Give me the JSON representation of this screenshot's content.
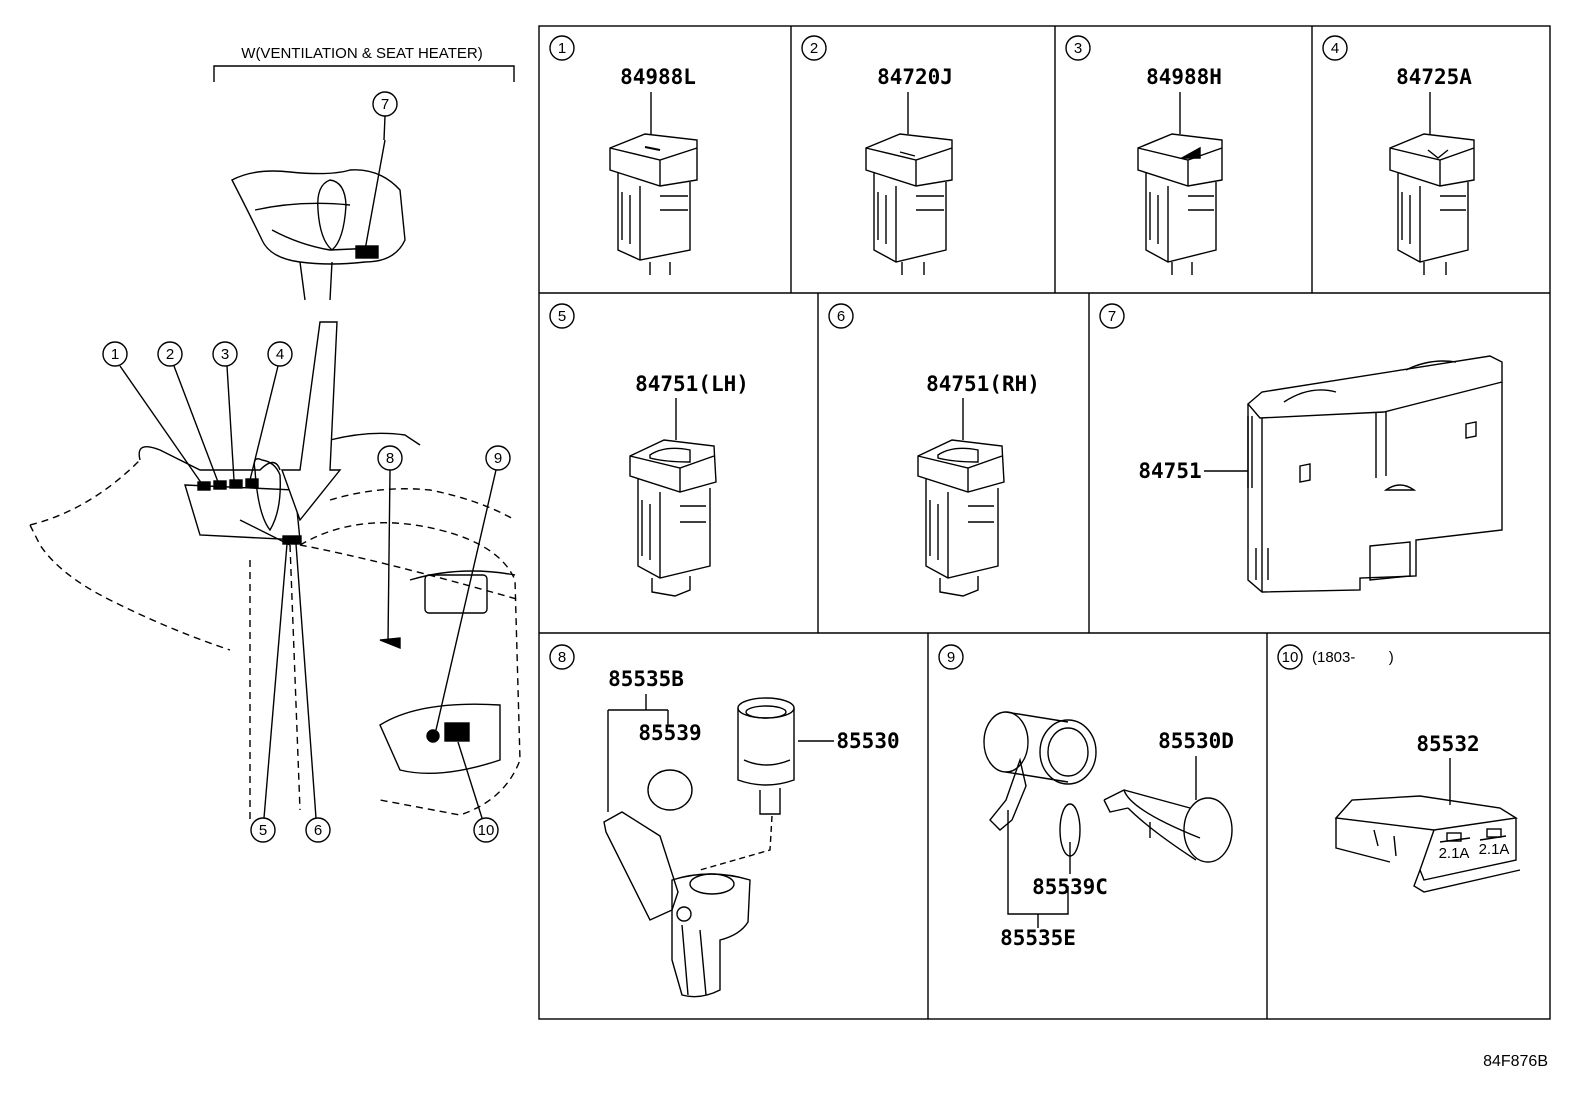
{
  "title_note": "W(VENTILATION & SEAT HEATER)",
  "diagram_code": "84F876B",
  "overview_callouts": [
    "1",
    "2",
    "3",
    "4",
    "5",
    "6",
    "7",
    "8",
    "9",
    "10"
  ],
  "panels": [
    {
      "num": "1",
      "parts": [
        "84988L"
      ]
    },
    {
      "num": "2",
      "parts": [
        "84720J"
      ]
    },
    {
      "num": "3",
      "parts": [
        "84988H"
      ]
    },
    {
      "num": "4",
      "parts": [
        "84725A"
      ]
    },
    {
      "num": "5",
      "parts": [
        "84751(LH)"
      ]
    },
    {
      "num": "6",
      "parts": [
        "84751(RH)"
      ]
    },
    {
      "num": "7",
      "parts": [
        "84751"
      ]
    },
    {
      "num": "8",
      "parts": [
        "85535B",
        "85539",
        "85530"
      ]
    },
    {
      "num": "9",
      "parts": [
        "85530D",
        "85539C",
        "85535E"
      ]
    },
    {
      "num": "10",
      "note": "(1803-        )",
      "parts": [
        "85532"
      ],
      "switch_labels": [
        "2.1A",
        "2.1A"
      ]
    }
  ]
}
